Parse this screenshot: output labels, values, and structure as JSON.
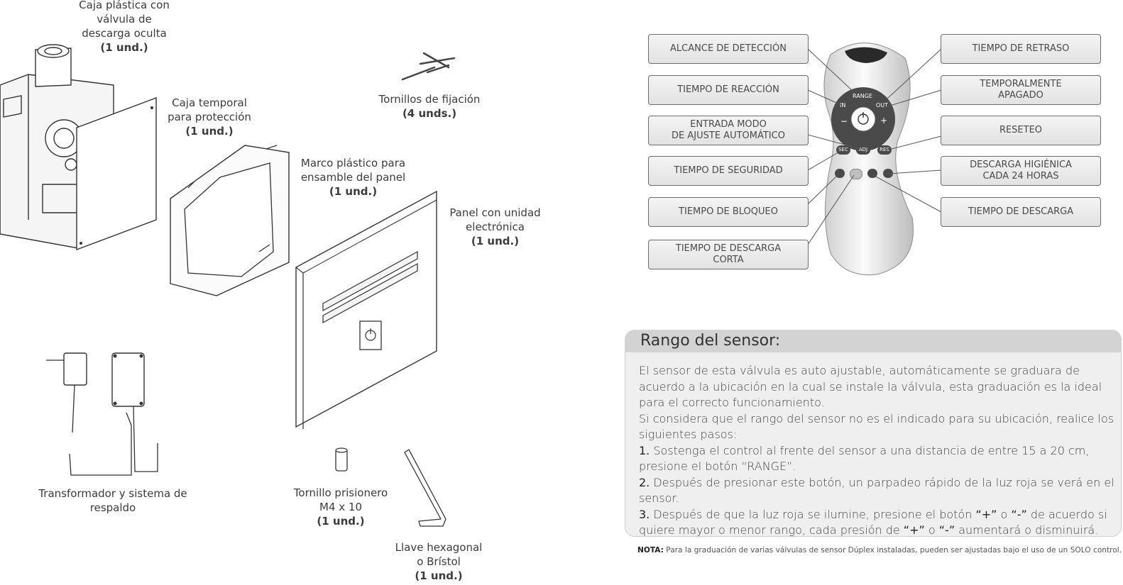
{
  "parts": {
    "caja_plastica": {
      "line1": "Caja plástica con",
      "line2": "válvula de",
      "line3": "descarga oculta",
      "qty": "(1 und.)"
    },
    "caja_temporal": {
      "line1": "Caja temporal",
      "line2": "para protección",
      "qty": "(1 und.)"
    },
    "tornillos": {
      "line1": "Tornillos de fijación",
      "qty": "(4 unds.)"
    },
    "marco": {
      "line1": "Marco plástico para",
      "line2": "ensamble del panel",
      "qty": "(1 und.)"
    },
    "panel": {
      "line1": "Panel con unidad",
      "line2": "electrónica",
      "qty": "(1 und.)"
    },
    "transformador": {
      "line1": "Transformador y sistema de",
      "line2": "respaldo"
    },
    "tornillo_prisionero": {
      "line1": "Tornillo prisionero",
      "line2": "M4 x 10",
      "qty": "(1 und.)"
    },
    "llave": {
      "line1": "Llave hexagonal",
      "line2": "o Brístol",
      "qty": "(1 und.)"
    }
  },
  "remote": {
    "buttons": {
      "range": "RANGE",
      "in": "IN",
      "out": "OUT",
      "minus": "−",
      "plus": "+",
      "sec": "SEC",
      "adj": "ADJ",
      "res": "RES"
    },
    "labels_left": [
      {
        "line1": "ALCANCE DE DETECCIÓN"
      },
      {
        "line1": "TIEMPO DE REACCIÓN"
      },
      {
        "line1": "ENTRADA MODO",
        "line2": "DE AJUSTE AUTOMÁTICO"
      },
      {
        "line1": "TIEMPO DE SEGURIDAD"
      },
      {
        "line1": "TIEMPO DE BLOQUEO"
      },
      {
        "line1": "TIEMPO DE DESCARGA",
        "line2": "CORTA"
      }
    ],
    "labels_right": [
      {
        "line1": "TIEMPO DE RETRASO"
      },
      {
        "line1": "TEMPORALMENTE",
        "line2": "APAGADO"
      },
      {
        "line1": "RESETEO"
      },
      {
        "line1": "DESCARGA HIGIÉNICA",
        "line2": "CADA 24 HORAS"
      },
      {
        "line1": "TIEMPO DE DESCARGA"
      }
    ]
  },
  "sensor": {
    "title": "Rango del sensor:",
    "p1": "El sensor de esta válvula es auto ajustable, automáticamente se graduara de acuerdo a la ubicación en la cual se instale la válvula, esta graduación es la ideal para el correcto funcionamiento.",
    "p2": "Si considera que el rango del sensor no es el indicado para su ubicación, realice los siguientes pasos:",
    "s1_num": "1.",
    "s1_text": " Sostenga el control al frente del sensor a una distancia de entre 15 a 20 cm, presione el botón “RANGE”.",
    "s2_num": "2.",
    "s2_text": " Después de presionar este botón,  un parpadeo rápido de la luz roja se verá en el sensor.",
    "s3_num": "3.",
    "s3_a": " Después de que la luz roja se ilumine, presione el botón ",
    "s3_plus": "“+”",
    "s3_o1": " o ",
    "s3_minus": "“-”",
    "s3_b": " de acuerdo si quiere mayor o menor rango, cada presión de ",
    "s3_plus2": "“+”",
    "s3_o2": " o ",
    "s3_minus2": "“-”",
    "s3_c": " aumentará o disminuirá."
  },
  "note": {
    "label": "NOTA:",
    "text": " Para la graduación de varias válvulas de sensor Dúplex instaladas, pueden ser ajustadas bajo el uso de un SOLO control."
  }
}
